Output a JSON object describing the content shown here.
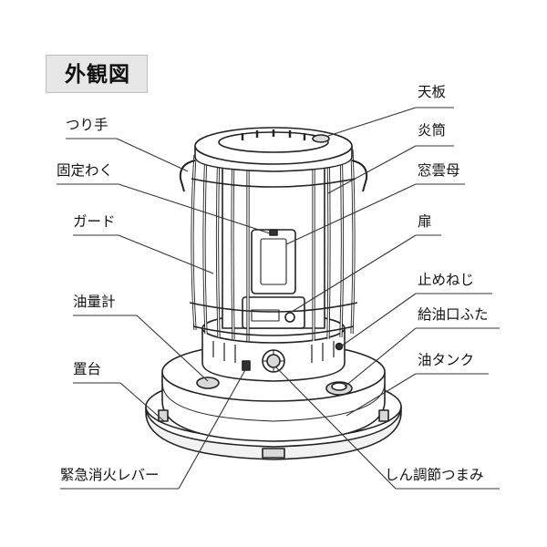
{
  "title": "外観図",
  "labels": {
    "tenban": "天板",
    "entou": "炎筒",
    "mado_unmo": "窓雲母",
    "tobira": "扉",
    "tome_neji": "止めねじ",
    "kyuyuguchi_futa": "給油口ふた",
    "yu_tank": "油タンク",
    "tsuri_te": "つり手",
    "kotei_waku": "固定わく",
    "guard": "ガード",
    "yuryoukei": "油量計",
    "okidai": "置台",
    "kinkyu_shouka_lever": "緊急消火レバー",
    "shin_chousetsu_tsumami": "しん調節つまみ"
  },
  "colors": {
    "line": "#222222",
    "title_bg": "#e6e6e6",
    "body_fill": "#ffffff",
    "shade": "#d9d9d9"
  }
}
